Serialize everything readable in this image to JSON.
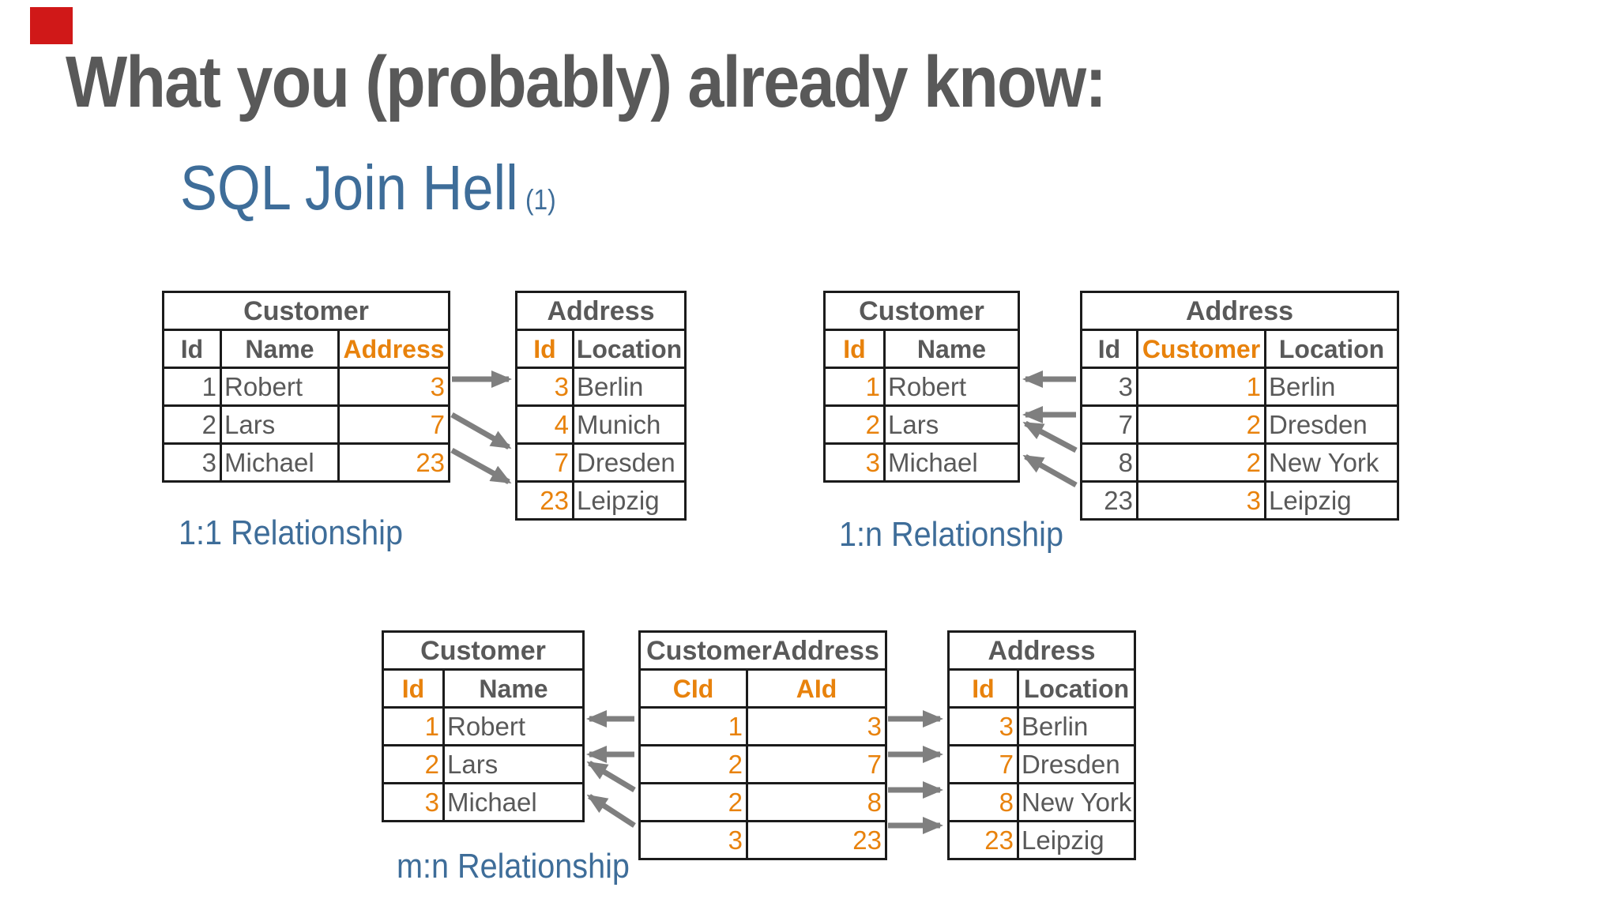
{
  "slide": {
    "title": "What you (probably) already know:",
    "subtitle": "SQL Join Hell",
    "subtitle_note": "(1)",
    "colors": {
      "accent_orange": "#E8820C",
      "text_gray": "#595959",
      "label_blue": "#3E6D99",
      "table_border": "#1B1B1B",
      "arrow_gray": "#7F7F7F",
      "marker_red": "#D01818",
      "background": "#FFFFFF"
    }
  },
  "diagrams": [
    {
      "label": "1:1 Relationship",
      "tables": [
        {
          "name": "Customer",
          "headers": [
            "Id",
            "Name",
            "Address"
          ],
          "rows": [
            [
              "1",
              "Robert",
              "3"
            ],
            [
              "2",
              "Lars",
              "7"
            ],
            [
              "3",
              "Michael",
              "23"
            ]
          ]
        },
        {
          "name": "Address",
          "headers": [
            "Id",
            "Location"
          ],
          "rows": [
            [
              "3",
              "Berlin"
            ],
            [
              "4",
              "Munich"
            ],
            [
              "7",
              "Dresden"
            ],
            [
              "23",
              "Leipzig"
            ]
          ]
        }
      ]
    },
    {
      "label": "1:n Relationship",
      "tables": [
        {
          "name": "Customer",
          "headers": [
            "Id",
            "Name"
          ],
          "rows": [
            [
              "1",
              "Robert"
            ],
            [
              "2",
              "Lars"
            ],
            [
              "3",
              "Michael"
            ]
          ]
        },
        {
          "name": "Address",
          "headers": [
            "Id",
            "Customer",
            "Location"
          ],
          "rows": [
            [
              "3",
              "1",
              "Berlin"
            ],
            [
              "7",
              "2",
              "Dresden"
            ],
            [
              "8",
              "2",
              "New York"
            ],
            [
              "23",
              "3",
              "Leipzig"
            ]
          ]
        }
      ]
    },
    {
      "label": "m:n Relationship",
      "tables": [
        {
          "name": "Customer",
          "headers": [
            "Id",
            "Name"
          ],
          "rows": [
            [
              "1",
              "Robert"
            ],
            [
              "2",
              "Lars"
            ],
            [
              "3",
              "Michael"
            ]
          ]
        },
        {
          "name": "CustomerAddress",
          "headers": [
            "CId",
            "AId"
          ],
          "rows": [
            [
              "1",
              "3"
            ],
            [
              "2",
              "7"
            ],
            [
              "2",
              "8"
            ],
            [
              "3",
              "23"
            ]
          ]
        },
        {
          "name": "Address",
          "headers": [
            "Id",
            "Location"
          ],
          "rows": [
            [
              "3",
              "Berlin"
            ],
            [
              "7",
              "Dresden"
            ],
            [
              "8",
              "New York"
            ],
            [
              "23",
              "Leipzig"
            ]
          ]
        }
      ]
    }
  ]
}
